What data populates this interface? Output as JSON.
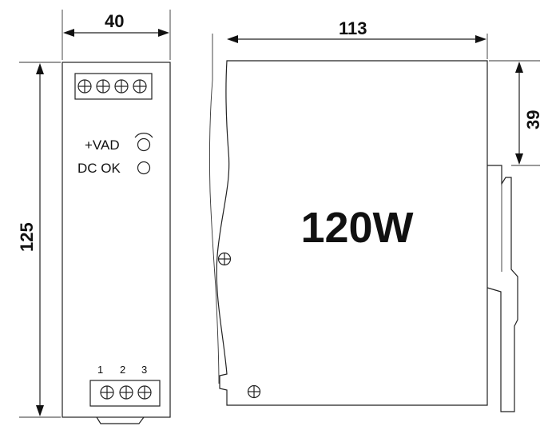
{
  "dimensions": {
    "front_width": "40",
    "front_height": "125",
    "side_width": "113",
    "side_offset": "39"
  },
  "front_panel": {
    "adjust_label": "+VAD",
    "dc_ok_label": "DC OK",
    "terminal_numbers": [
      "1",
      "2",
      "3"
    ]
  },
  "side_panel": {
    "power_label": "120W"
  }
}
